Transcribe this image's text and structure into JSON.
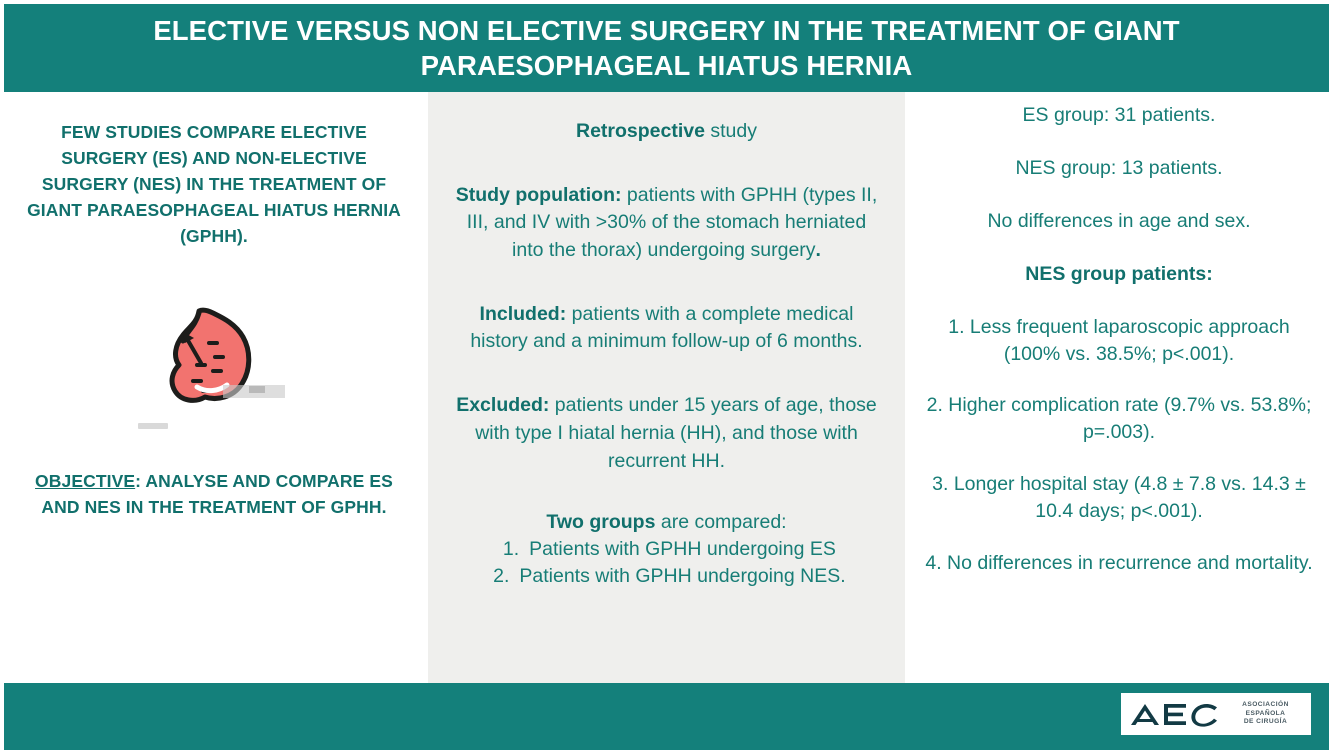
{
  "colors": {
    "brand_teal": "#14807b",
    "text_teal": "#177d76",
    "heading_teal": "#11706c",
    "mid_panel_gray": "#efefed",
    "stomach_pink": "#f2736f",
    "page_white": "#ffffff"
  },
  "header": {
    "title": "ELECTIVE VERSUS NON ELECTIVE SURGERY IN THE TREATMENT OF GIANT PARAESOPHAGEAL HIATUS HERNIA"
  },
  "left_column": {
    "headline": "FEW STUDIES COMPARE ELECTIVE SURGERY (ES) AND NON-ELECTIVE SURGERY (NES) IN THE TREATMENT OF GIANT PARAESOPHAGEAL HIATUS HERNIA (GPHH).",
    "illustration": {
      "name": "stomach-illustration",
      "alt": "stomach-icon"
    },
    "objective": {
      "label": "OBJECTIVE",
      "text": ": ANALYSE AND COMPARE ES AND NES IN THE TREATMENT OF GPHH."
    }
  },
  "middle_column": {
    "study_type": {
      "bold": "Retrospective",
      "rest": " study"
    },
    "study_population": {
      "label": "Study population:",
      "text": " patients with GPHH (types II, III, and IV with >30% of the stomach herniated into the thorax) undergoing surgery",
      "tail": "."
    },
    "included": {
      "label": "Included:",
      "text": " patients with a complete medical history and a minimum follow-up of 6 months."
    },
    "excluded": {
      "label": "Excluded:",
      "text": " patients under 15 years of age, those with type I hiatal hernia (HH), and those with recurrent HH."
    },
    "two_groups": {
      "label": "Two groups",
      "rest": " are compared:",
      "items": [
        {
          "num": "1.",
          "text": "Patients with GPHH undergoing ES"
        },
        {
          "num": "2.",
          "text": "Patients with GPHH undergoing NES."
        }
      ]
    }
  },
  "right_column": {
    "es_group": "ES group: 31 patients.",
    "nes_group": "NES group: 13 patients.",
    "no_differences": "No differences in age and sex.",
    "nes_heading": "NES group patients:",
    "findings": [
      "1. Less frequent laparoscopic approach (100% vs. 38.5%; p<.001).",
      "2. Higher complication rate (9.7% vs. 53.8%; p=.003).",
      "3. Longer hospital stay (4.8 ± 7.8 vs. 14.3 ± 10.4 days; p<.001).",
      "4. No differences in recurrence and mortality."
    ]
  },
  "footer": {
    "logo": {
      "mark": "AEC",
      "line1": "ASOCIACIÓN ESPAÑOLA",
      "line2": "DE CIRUGÍA"
    }
  }
}
